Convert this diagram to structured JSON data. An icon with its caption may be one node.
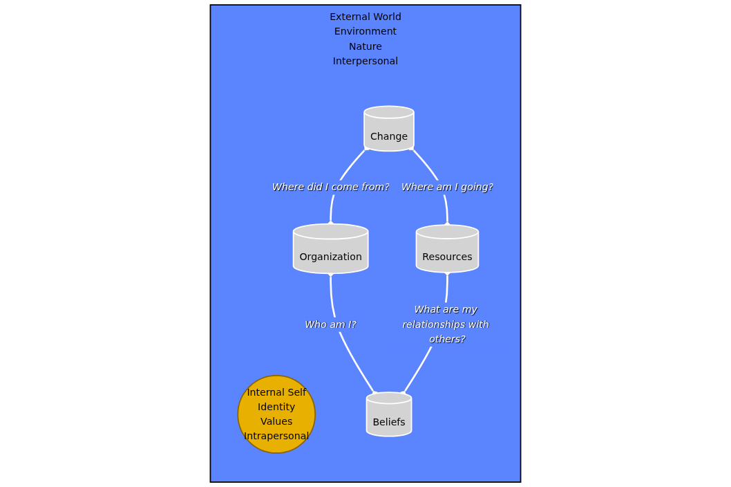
{
  "diagram": {
    "nodes": [
      {
        "text": [
          "External World",
          "Environment",
          "Nature",
          "Interpersonal"
        ]
      },
      {
        "text": [
          "Internal Self",
          "Identity",
          "Values",
          "Intrapersonal"
        ],
        "in": 0
      },
      {
        "text": [
          "Change"
        ],
        "in": 0
      },
      {
        "text": [
          "Organization"
        ],
        "in": 0
      },
      {
        "text": [
          "Resources"
        ],
        "in": 0
      },
      {
        "text": [
          "Beliefs"
        ],
        "in": 0
      }
    ],
    "edges": [
      {
        "from": 2,
        "to": 3,
        "arrow": "other",
        "label": "Where did I come from?"
      },
      {
        "from": 2,
        "to": 4,
        "arrow": "other",
        "label": "Where am I going?"
      },
      {
        "from": 3,
        "to": 5,
        "arrow": "other",
        "label": "Who am I?"
      },
      {
        "from": 4,
        "to": 5,
        "arrow": "other",
        "label": "What are my relationships with others?"
      }
    ]
  }
}
